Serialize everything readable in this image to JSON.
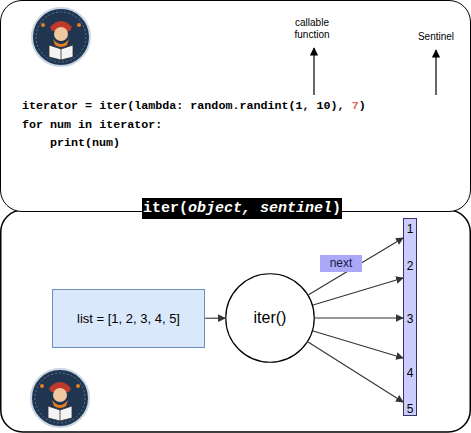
{
  "diagram": {
    "nodes": [
      {
        "text": [
          "iterator = iter(lambda: random.randint(1, 10),",
          "7",
          ")",
          "for num in iterator:",
          "print(num)"
        ]
      },
      {
        "text": [
          "iter(",
          "object, sentinel",
          ")"
        ]
      },
      {
        "text": [
          "list = [1, 2, 3, 4, 5]"
        ]
      },
      {
        "text": [
          "iter()"
        ]
      },
      {
        "text": [
          "1",
          "2",
          "3",
          "4",
          "5"
        ]
      }
    ],
    "edges": [
      {
        "from": 2,
        "to": 3,
        "arrow": "to"
      },
      {
        "from": 3,
        "to": 4,
        "arrow": "to"
      },
      {
        "from": 3,
        "to": 4,
        "arrow": "to",
        "label": "next"
      },
      {
        "from": 3,
        "to": 4,
        "arrow": "to"
      },
      {
        "from": 3,
        "to": 4,
        "arrow": "to"
      },
      {
        "from": 3,
        "to": 4,
        "arrow": "to"
      }
    ],
    "labels": [
      "callable function",
      "Sentinel"
    ]
  }
}
